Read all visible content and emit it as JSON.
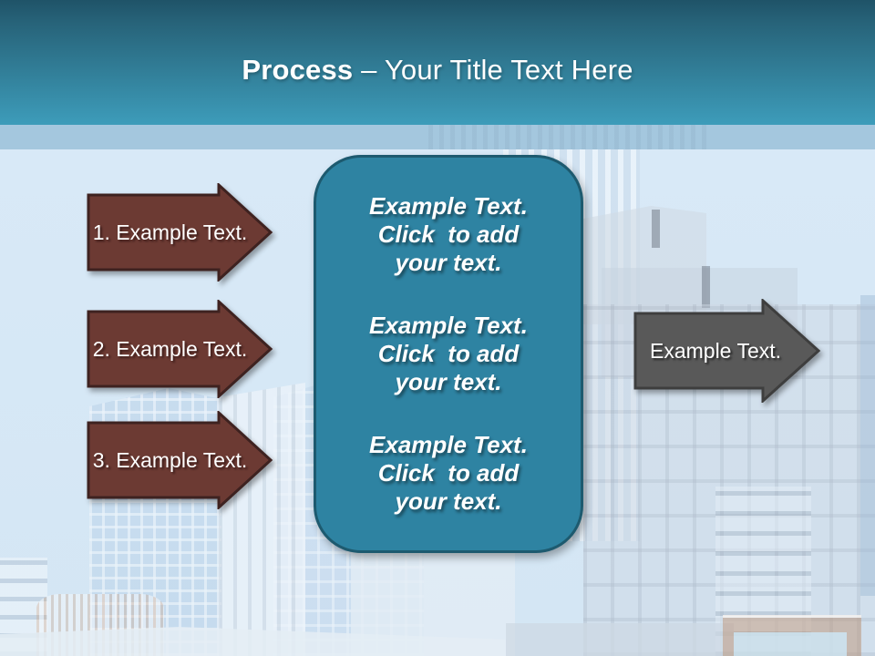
{
  "slide": {
    "title": {
      "bold": "Process",
      "rest": " – Your Title Text Here"
    },
    "theme": {
      "header_top": "#276379",
      "header_bottom": "#3d9cba",
      "band": "#a4c7de",
      "sky": "#d9e9f7",
      "maroon_fill": "#6c3a33",
      "maroon_border": "#3e2220",
      "teal_fill": "#2e83a2",
      "teal_border": "#1d5a6f",
      "gray_fill": "#595959",
      "gray_border": "#3e3e3e",
      "text": "#ffffff"
    },
    "left_arrows": [
      {
        "label": "1. Example Text."
      },
      {
        "label": "2. Example Text."
      },
      {
        "label": "3. Example Text."
      }
    ],
    "center_panel": {
      "paragraphs": [
        {
          "lines": [
            "Example Text.",
            "Click  to add",
            "your text."
          ]
        },
        {
          "lines": [
            "Example Text.",
            "Click  to add",
            "your text."
          ]
        },
        {
          "lines": [
            "Example Text.",
            "Click  to add",
            "your text."
          ]
        }
      ]
    },
    "right_arrow": {
      "label": "Example Text."
    }
  }
}
